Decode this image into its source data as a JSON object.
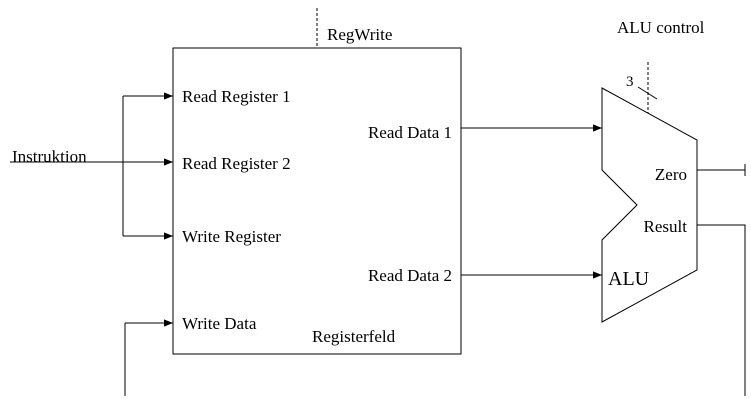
{
  "register_file": {
    "name": "Registerfeld",
    "control": "RegWrite",
    "inputs": {
      "read_register_1": "Read Register 1",
      "read_register_2": "Read Register 2",
      "write_register": "Write Register",
      "write_data": "Write Data"
    },
    "outputs": {
      "read_data_1": "Read Data 1",
      "read_data_2": "Read Data 2"
    }
  },
  "instruction_input": "Instruktion",
  "alu": {
    "name": "ALU",
    "control": "ALU control",
    "control_width": "3",
    "outputs": {
      "zero": "Zero",
      "result": "Result"
    }
  }
}
